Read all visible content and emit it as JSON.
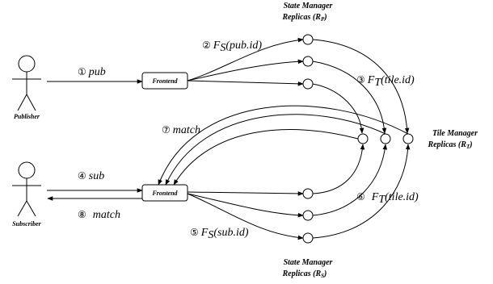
{
  "roles": {
    "publisher": "Publisher",
    "subscriber": "Subscriber"
  },
  "frontend_label": "Frontend",
  "groups": {
    "state_top": {
      "line1": "State Manager",
      "line2": "Replicas (R",
      "sub": "P",
      "close": ")"
    },
    "tile": {
      "line1": "Tile Manager",
      "line2": "Replicas (R",
      "sub": "T",
      "close": ")"
    },
    "state_bottom": {
      "line1": "State Manager",
      "line2": "Replicas (R",
      "sub": "S",
      "close": ")"
    }
  },
  "steps": {
    "s1": {
      "num": "①",
      "text": "pub"
    },
    "s2": {
      "num": "②",
      "fn": "F",
      "sub": "S",
      "arg": "(pub.id)"
    },
    "s3": {
      "num": "③",
      "fn": "F",
      "sub": "T",
      "arg": "(tile.id)"
    },
    "s4": {
      "num": "④",
      "text": "sub"
    },
    "s5": {
      "num": "⑤",
      "fn": "F",
      "sub": "S",
      "arg": "(sub.id)"
    },
    "s6": {
      "num": "⑥",
      "fn": "F",
      "sub": "T",
      "arg": "(tile.id)"
    },
    "s7": {
      "num": "⑦",
      "text": "match"
    },
    "s8": {
      "num": "⑧",
      "text": "match"
    }
  }
}
